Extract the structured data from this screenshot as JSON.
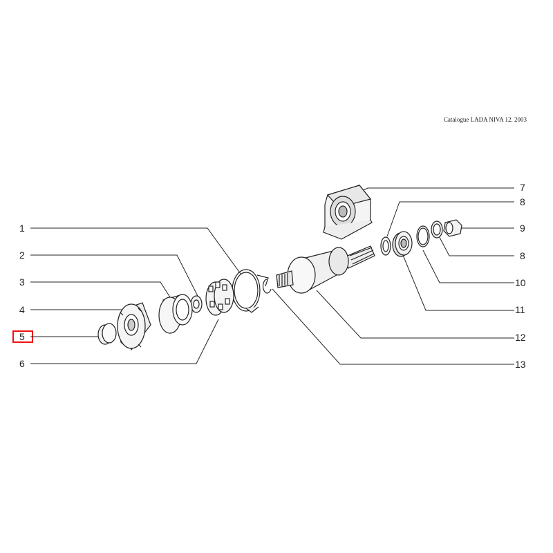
{
  "header": {
    "catalogue_text": "Catalogue LADA NIVA 12. 2003"
  },
  "callouts": {
    "c1": "1",
    "c2": "2",
    "c3": "3",
    "c4": "4",
    "c5": "5",
    "c6": "6",
    "c7": "7",
    "c8a": "8",
    "c9": "9",
    "c8b": "8",
    "c10": "10",
    "c11": "11",
    "c12": "12",
    "c13": "13"
  },
  "selection": {
    "highlighted_callout": "5",
    "highlight_color": "#ee1111"
  }
}
